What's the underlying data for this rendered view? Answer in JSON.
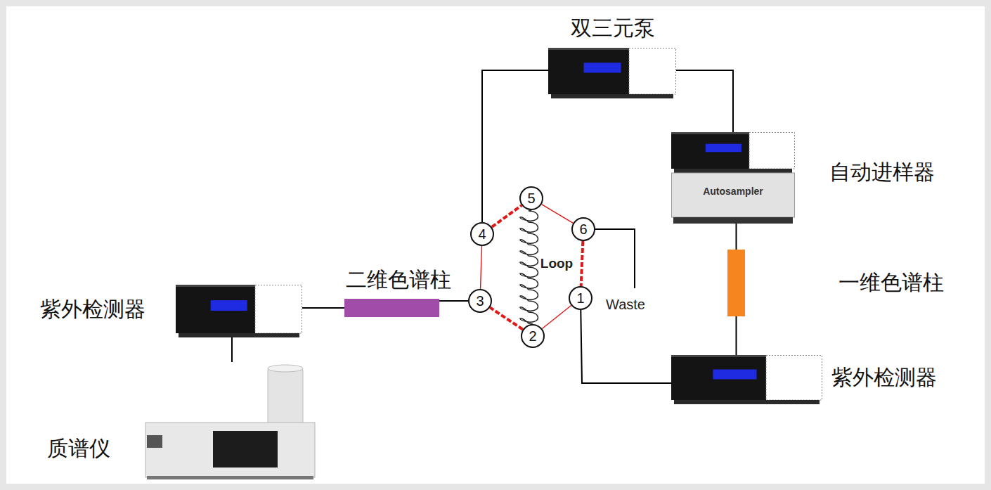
{
  "diagram": {
    "nodes": [
      {
        "text": [
          "双三元泵"
        ]
      },
      {
        "text": [
          "自动进样器",
          "Autosampler"
        ]
      },
      {
        "text": [
          "一维色谱柱"
        ]
      },
      {
        "text": [
          "1"
        ]
      },
      {
        "text": [
          "2"
        ]
      },
      {
        "text": [
          "3"
        ]
      },
      {
        "text": [
          "4"
        ]
      },
      {
        "text": [
          "5"
        ]
      },
      {
        "text": [
          "6"
        ]
      },
      {
        "text": [
          "二维色谱柱"
        ]
      },
      {
        "text": [
          "紫外检测器"
        ]
      },
      {
        "text": [
          "紫外检测器"
        ]
      },
      {
        "text": [
          "质谱仪"
        ]
      }
    ],
    "edges": [
      {
        "from": 0,
        "to": 1,
        "arrow": "none"
      },
      {
        "from": 1,
        "to": 2,
        "arrow": "none"
      },
      {
        "from": 2,
        "to": 11,
        "arrow": "none"
      },
      {
        "from": 11,
        "to": 3,
        "arrow": "none"
      },
      {
        "from": 0,
        "to": 6,
        "arrow": "none"
      },
      {
        "from": 6,
        "to": 7,
        "arrow": "none"
      },
      {
        "from": 7,
        "to": 8,
        "arrow": "none"
      },
      {
        "from": 8,
        "to": 3,
        "arrow": "none"
      },
      {
        "from": 3,
        "to": 4,
        "arrow": "none"
      },
      {
        "from": 4,
        "to": 5,
        "arrow": "none"
      },
      {
        "from": 5,
        "to": 6,
        "arrow": "none"
      },
      {
        "from": 5,
        "to": 9,
        "arrow": "none"
      },
      {
        "from": 9,
        "to": 10,
        "arrow": "none"
      },
      {
        "from": 10,
        "to": 12,
        "arrow": "none"
      }
    ],
    "labels": [
      "Loop",
      "Waste"
    ]
  }
}
